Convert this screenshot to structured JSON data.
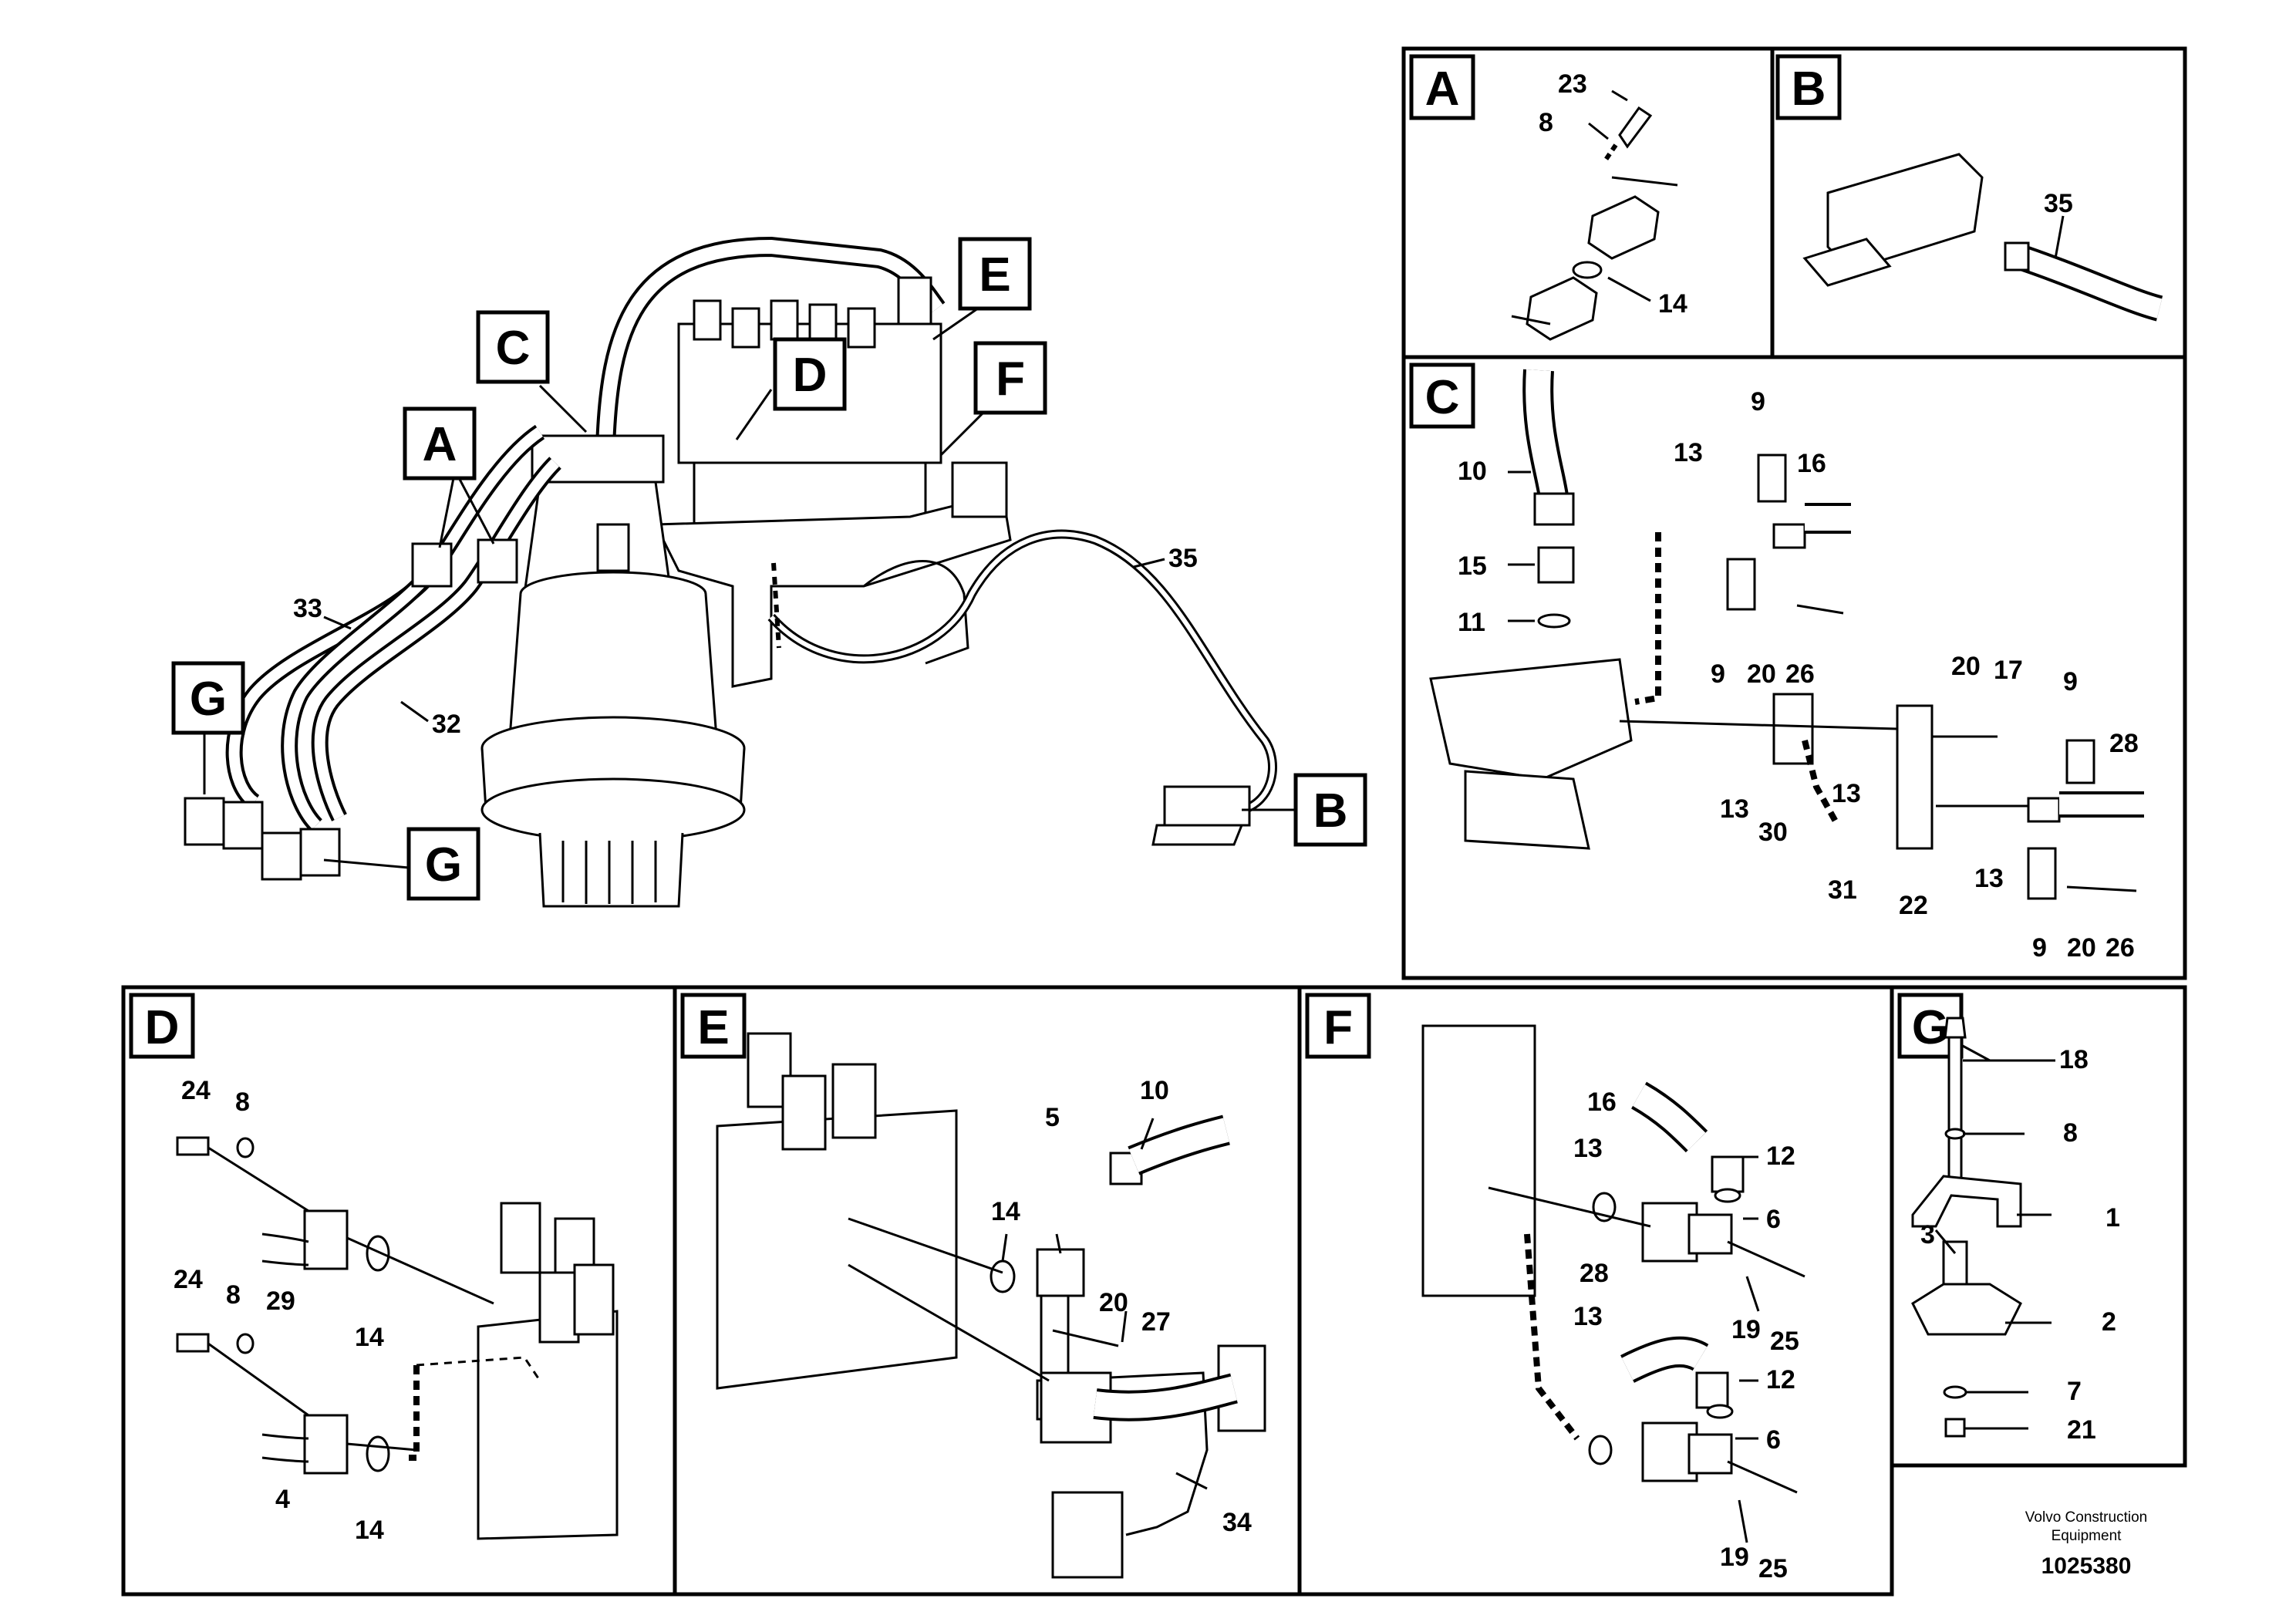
{
  "views": {
    "main": {
      "labels": [
        "A",
        "B",
        "C",
        "D",
        "E",
        "F",
        "G",
        "G"
      ],
      "parts": [
        "33",
        "32",
        "35"
      ]
    },
    "A": {
      "title": "A",
      "parts": [
        "23",
        "8",
        "14"
      ]
    },
    "B": {
      "title": "B",
      "parts": [
        "35"
      ]
    },
    "C": {
      "title": "C",
      "parts": [
        "10",
        "15",
        "11",
        "13",
        "9",
        "16",
        "9",
        "20",
        "26",
        "20",
        "17",
        "9",
        "28",
        "13",
        "30",
        "13",
        "31",
        "22",
        "13",
        "9",
        "20",
        "26"
      ]
    },
    "D": {
      "title": "D",
      "parts": [
        "24",
        "8",
        "29",
        "14",
        "24",
        "8",
        "4",
        "14"
      ]
    },
    "E": {
      "title": "E",
      "parts": [
        "10",
        "5",
        "14",
        "20",
        "27",
        "34"
      ]
    },
    "F": {
      "title": "F",
      "parts": [
        "16",
        "13",
        "12",
        "6",
        "19",
        "25",
        "28",
        "13",
        "12",
        "6",
        "19",
        "25"
      ]
    },
    "G": {
      "title": "G",
      "parts": [
        "18",
        "8",
        "1",
        "3",
        "2",
        "7",
        "21"
      ]
    }
  },
  "footer": {
    "company_line1": "Volvo Construction",
    "company_line2": "Equipment",
    "drawing_number": "1025380"
  },
  "colors": {
    "ink": "#000000",
    "paper": "#ffffff",
    "fill_gray": "#d9d9d9"
  }
}
